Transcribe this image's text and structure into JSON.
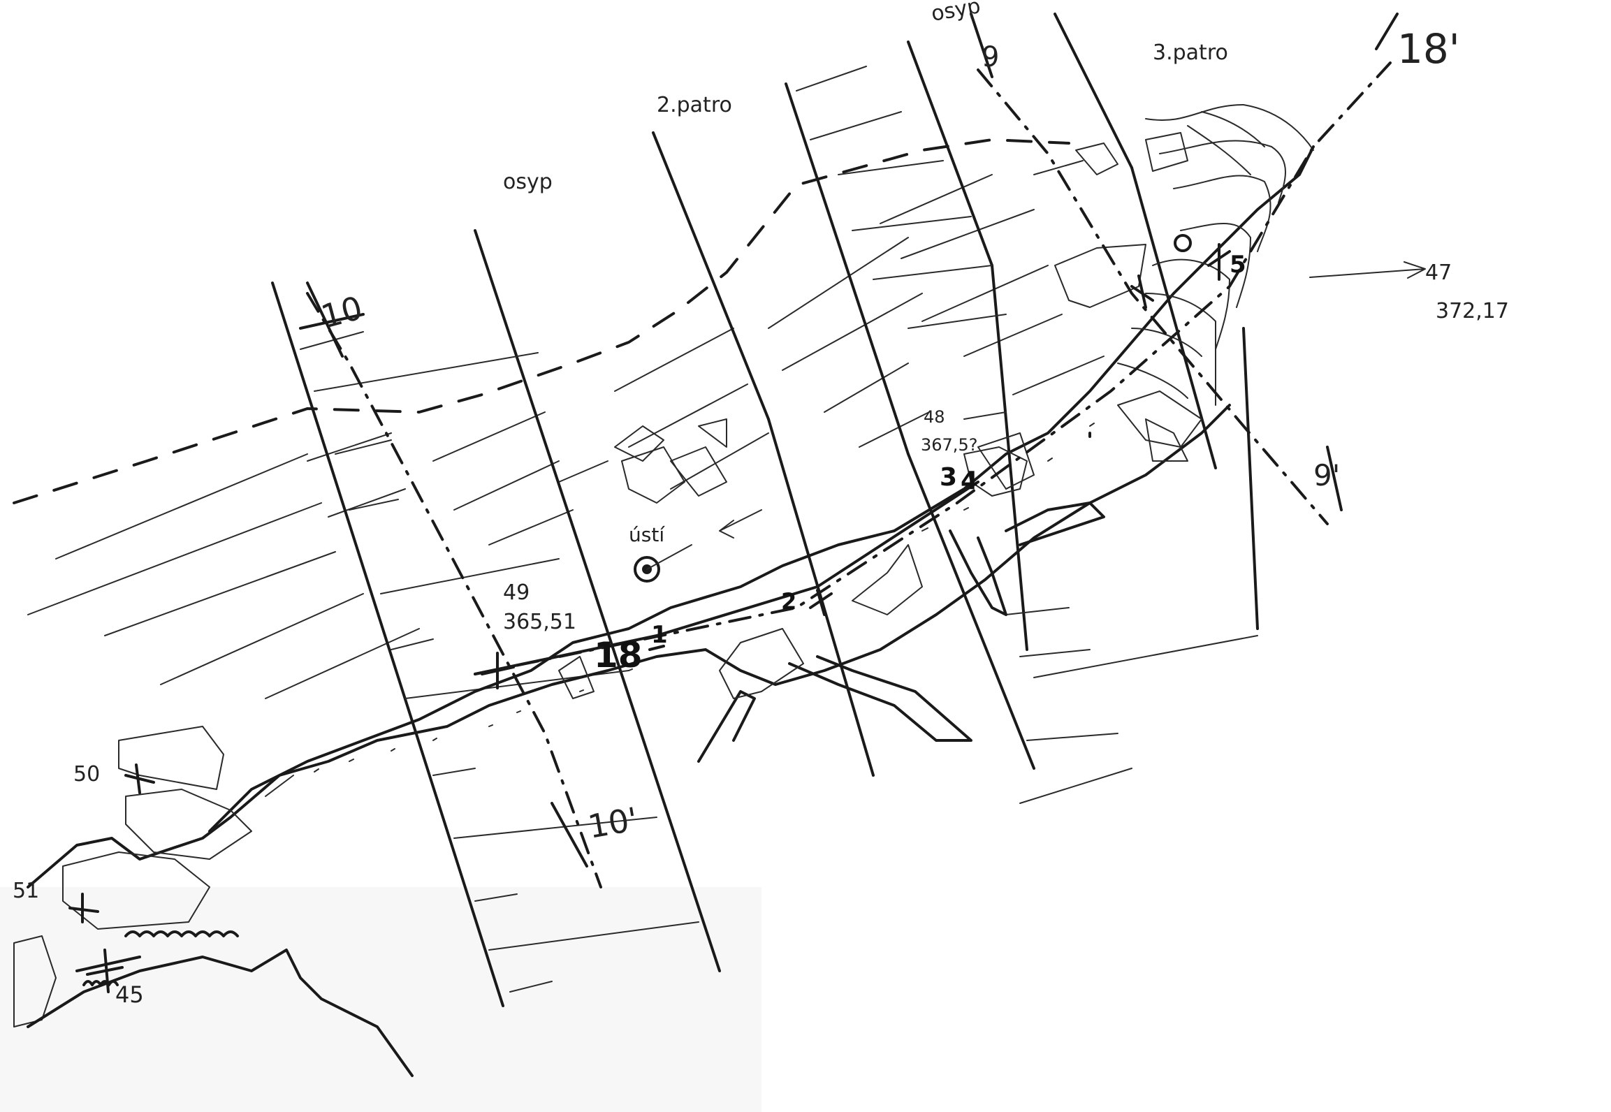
{
  "labels": {
    "rubble_left": "osyp",
    "rubble_top": "osyp",
    "floor_2": "2.patro",
    "floor_3": "3.patro",
    "entrance": "ústí"
  },
  "profiles": {
    "p10": "10",
    "p10_end": "10'",
    "p9": "9",
    "p9_end": "9'",
    "p18": "18",
    "p18_end": "18'"
  },
  "stations": {
    "s1": "1",
    "s2": "2",
    "s3": "3",
    "s4": "4",
    "s5": "5"
  },
  "points": {
    "p47_num": "47",
    "p47_elev": "372,17",
    "p48_num": "48",
    "p48_elev": "367,5?",
    "p49_num": "49",
    "p49_elev": "365,51",
    "p50": "50",
    "p51": "51",
    "dip": "45"
  }
}
